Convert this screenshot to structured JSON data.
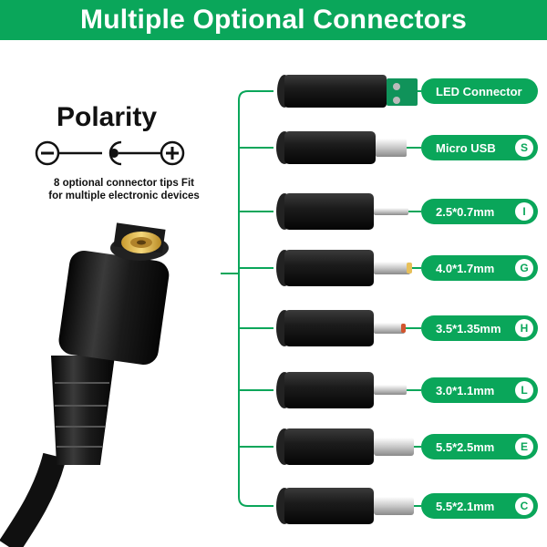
{
  "banner": {
    "title": "Multiple Optional Connectors"
  },
  "polarity": {
    "title": "Polarity",
    "description": [
      "8 optional connector tips Fit",
      "for multiple electronic devices"
    ],
    "symbols": [
      "minus-icon",
      "center-pin-icon",
      "plus-icon"
    ]
  },
  "connectors": [
    {
      "label": "LED Connector",
      "code": ""
    },
    {
      "label": "Micro USB",
      "code": "S"
    },
    {
      "label": "2.5*0.7mm",
      "code": "I"
    },
    {
      "label": "4.0*1.7mm",
      "code": "G"
    },
    {
      "label": "3.5*1.35mm",
      "code": "H"
    },
    {
      "label": "3.0*1.1mm",
      "code": "L"
    },
    {
      "label": "5.5*2.5mm",
      "code": "E"
    },
    {
      "label": "5.5*2.1mm",
      "code": "C"
    }
  ],
  "colors": {
    "brand_green": "#0aa65a",
    "cable_black": "#1a1a1a",
    "tip_gold": "#e7c05a"
  }
}
